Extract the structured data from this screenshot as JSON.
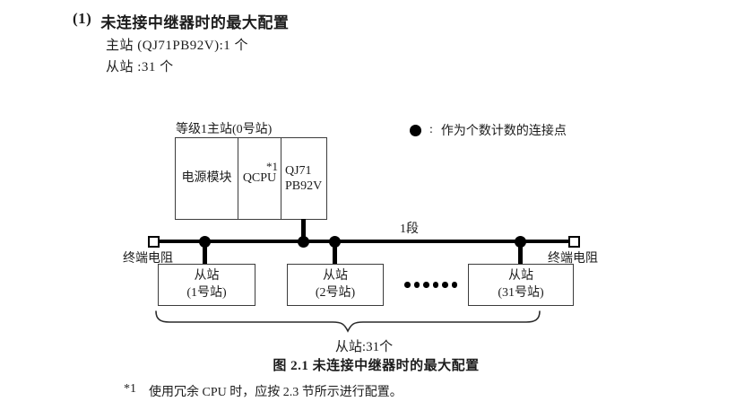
{
  "header": {
    "item_number": "(1)",
    "title": "未连接中继器时的最大配置",
    "master_count_line": "主站 (QJ71PB92V):1 个",
    "slave_count_line": "从站 :31 个"
  },
  "legend": {
    "separator": ":",
    "label": "作为个数计数的连接点"
  },
  "diagram": {
    "master_label": "等级1主站(0号站)",
    "master_cells": [
      {
        "label": "电源模块"
      },
      {
        "label": "QCPU",
        "note": "*1"
      },
      {
        "line1": "QJ71",
        "line2": "PB92V"
      }
    ],
    "segment_label": "1段",
    "terminator_left_label": "终端电阻",
    "terminator_right_label": "终端电阻",
    "slaves": [
      {
        "line1": "从站",
        "line2": "(1号站)"
      },
      {
        "line1": "从站",
        "line2": "(2号站)"
      },
      {
        "line1": "从站",
        "line2": "(31号站)"
      }
    ],
    "brace_label": "从站:31个"
  },
  "caption": "图 2.1 未连接中继器时的最大配置",
  "footnote": {
    "marker": "*1",
    "text": "使用冗余 CPU 时，应按 2.3 节所示进行配置。"
  },
  "colors": {
    "background": "#ffffff",
    "text": "#1c1c1c",
    "line": "#000000",
    "box_border": "#3c3c3c"
  }
}
